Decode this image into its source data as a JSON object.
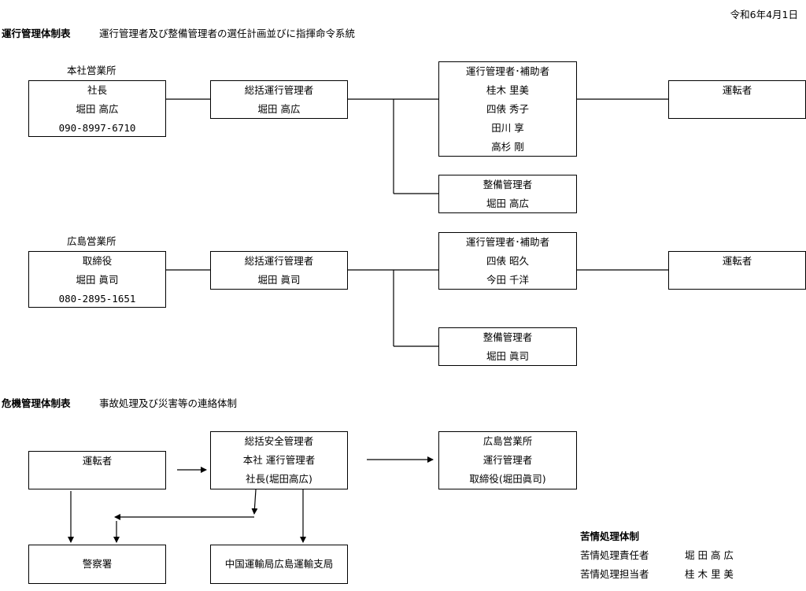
{
  "date": "令和6年4月1日",
  "operations": {
    "heading": "運行管理体制表",
    "subheading": "運行管理者及び整備管理者の選任計画並びに指揮命令系統",
    "offices": [
      {
        "name": "本社営業所",
        "head": [
          "社長",
          "堀田 高広",
          "090-8997-6710"
        ],
        "general_manager": [
          "総括運行管理者",
          "堀田 高広"
        ],
        "op_managers": [
          "運行管理者･補助者",
          "桂木 里美",
          "四俵 秀子",
          "田川 享",
          "高杉 剛"
        ],
        "maintenance": [
          "整備管理者",
          "堀田 高広"
        ],
        "driver": "運転者"
      },
      {
        "name": "広島営業所",
        "head": [
          "取締役",
          "堀田 眞司",
          "080-2895-1651"
        ],
        "general_manager": [
          "総括運行管理者",
          "堀田 眞司"
        ],
        "op_managers": [
          "運行管理者･補助者",
          "四俵 昭久",
          "今田 千洋"
        ],
        "maintenance": [
          "整備管理者",
          "堀田 眞司"
        ],
        "driver": "運転者"
      }
    ]
  },
  "crisis": {
    "heading": "危機管理体制表",
    "subheading": "事故処理及び災害等の連絡体制",
    "driver": "運転者",
    "safety_manager": [
      "総括安全管理者",
      "本社 運行管理者",
      "社長(堀田高広)"
    ],
    "hiroshima": [
      "広島営業所",
      "運行管理者",
      "取締役(堀田眞司)"
    ],
    "police": "警察署",
    "bureau": "中国運輸局広島運輸支局"
  },
  "complaints": {
    "heading": "苦情処理体制",
    "rows": [
      {
        "role": "苦情処理責任者",
        "name": "堀 田 高 広"
      },
      {
        "role": "苦情処理担当者",
        "name": "桂 木 里 美"
      }
    ]
  }
}
